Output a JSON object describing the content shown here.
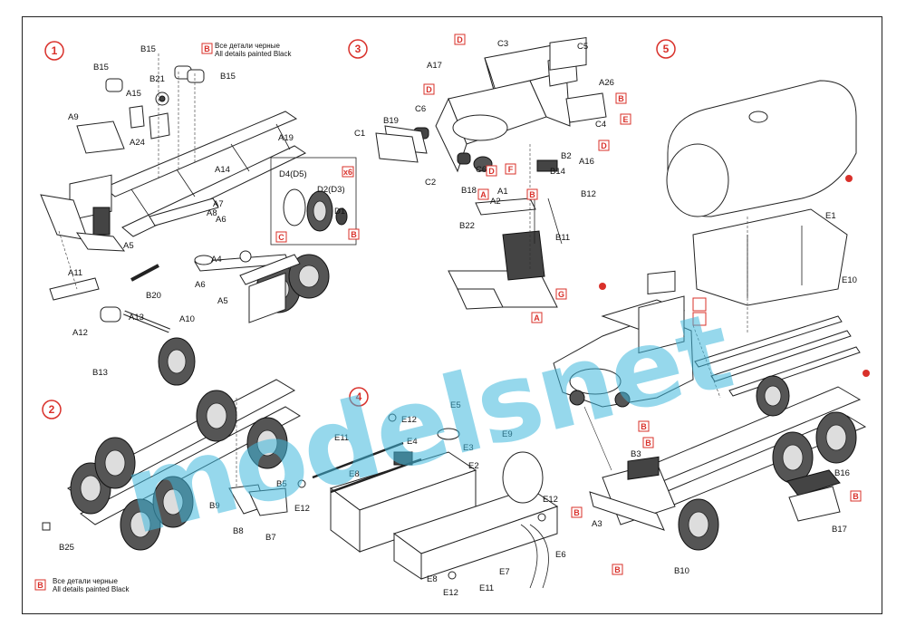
{
  "steps": [
    "1",
    "2",
    "3",
    "4",
    "5"
  ],
  "notes": {
    "step1_ru": "Все детали черные",
    "step1_en": "All details painted Black",
    "step2_ru": "Все детали черные",
    "step2_en": "All details painted Black",
    "step1_x6": "x6"
  },
  "color_letters": {
    "B": "B",
    "C": "C",
    "D": "D",
    "E": "E",
    "F": "F",
    "G": "G",
    "A": "A"
  },
  "watermark": "modelsnet",
  "part_labels": {
    "b15a": "B15",
    "b15b": "B15",
    "b15c": "B15",
    "b21": "B21",
    "a15": "A15",
    "a9": "A9",
    "a24": "A24",
    "a19": "A19",
    "a14": "A14",
    "a7": "A7",
    "a8": "A8",
    "a6a": "A6",
    "a5a": "A5",
    "a4": "A4",
    "a6b": "A6",
    "a5b": "A5",
    "a11": "A11",
    "b20": "B20",
    "a13": "A13",
    "a10": "A10",
    "a12": "A12",
    "b13": "B13",
    "d4": "D4(D5)",
    "d2": "D2(D3)",
    "d1": "D1",
    "b5": "B5",
    "b9": "B9",
    "b8": "B8",
    "b7": "B7",
    "b25": "B25",
    "c3": "C3",
    "c5": "C5",
    "a17": "A17",
    "b19": "B19",
    "c6a": "C6",
    "c1": "C1",
    "c2": "C2",
    "c6b": "C6",
    "b18": "B18",
    "a26": "A26",
    "c4": "C4",
    "b2": "B2",
    "a16": "A16",
    "b14": "B14",
    "a1": "A1",
    "a2": "A2",
    "b12": "B12",
    "b22": "B22",
    "b11": "B11",
    "e12a": "E12",
    "e5": "E5",
    "e11a": "E11",
    "e4": "E4",
    "e3": "E3",
    "e9": "E9",
    "e8a": "E8",
    "e2": "E2",
    "e12b": "E12",
    "e12c": "E12",
    "e6": "E6",
    "e7": "E7",
    "e8b": "E8",
    "e11b": "E11",
    "e12d": "E12",
    "e1": "E1",
    "e10": "E10",
    "b3": "B3",
    "b16": "B16",
    "a3": "A3",
    "b17": "B17",
    "b10": "B10"
  }
}
